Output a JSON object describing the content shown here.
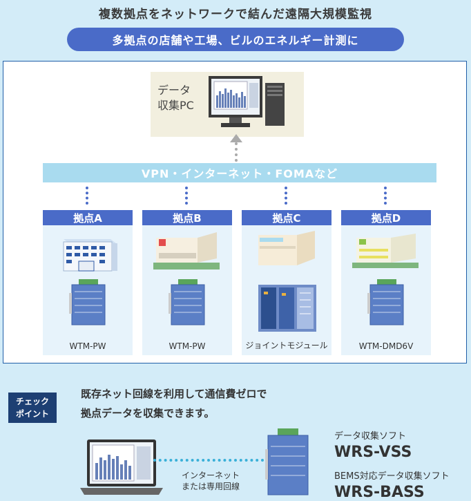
{
  "header": {
    "title": "複数拠点をネットワークで結んだ遠隔大規模監視",
    "subtitle": "多拠点の店舗や工場、ビルのエネルギー計測に"
  },
  "pc": {
    "label_line1": "データ",
    "label_line2": "収集PC"
  },
  "network": {
    "label": "VPN・インターネット・FOMAなど"
  },
  "sites": [
    {
      "name": "拠点A",
      "device": "WTM-PW",
      "building_icon": "office-building-icon",
      "device_icon": "meter-device-icon"
    },
    {
      "name": "拠点B",
      "device": "WTM-PW",
      "building_icon": "store-building-icon",
      "device_icon": "meter-device-icon"
    },
    {
      "name": "拠点C",
      "device": "ジョイントモジュール",
      "building_icon": "factory-building-icon",
      "device_icon": "joint-module-icon"
    },
    {
      "name": "拠点D",
      "device": "WTM-DMD6V",
      "building_icon": "shop-building-icon",
      "device_icon": "meter-device-icon"
    }
  ],
  "check_point": {
    "badge_line1": "チェック",
    "badge_line2": "ポイント",
    "text_line1": "既存ネット回線を利用して通信費ゼロで",
    "text_line2": "拠点データを収集できます。"
  },
  "bottom": {
    "net_line1": "インターネット",
    "net_line2": "または専用回線",
    "software1_label": "データ収集ソフト",
    "software1_name": "WRS-VSS",
    "software2_label": "BEMS対応データ収集ソフト",
    "software2_name": "WRS-BASS"
  },
  "colors": {
    "accent": "#4a6bc8",
    "background": "#d3ecf8",
    "network_bar": "#a9dbef",
    "badge": "#1d3f73"
  }
}
